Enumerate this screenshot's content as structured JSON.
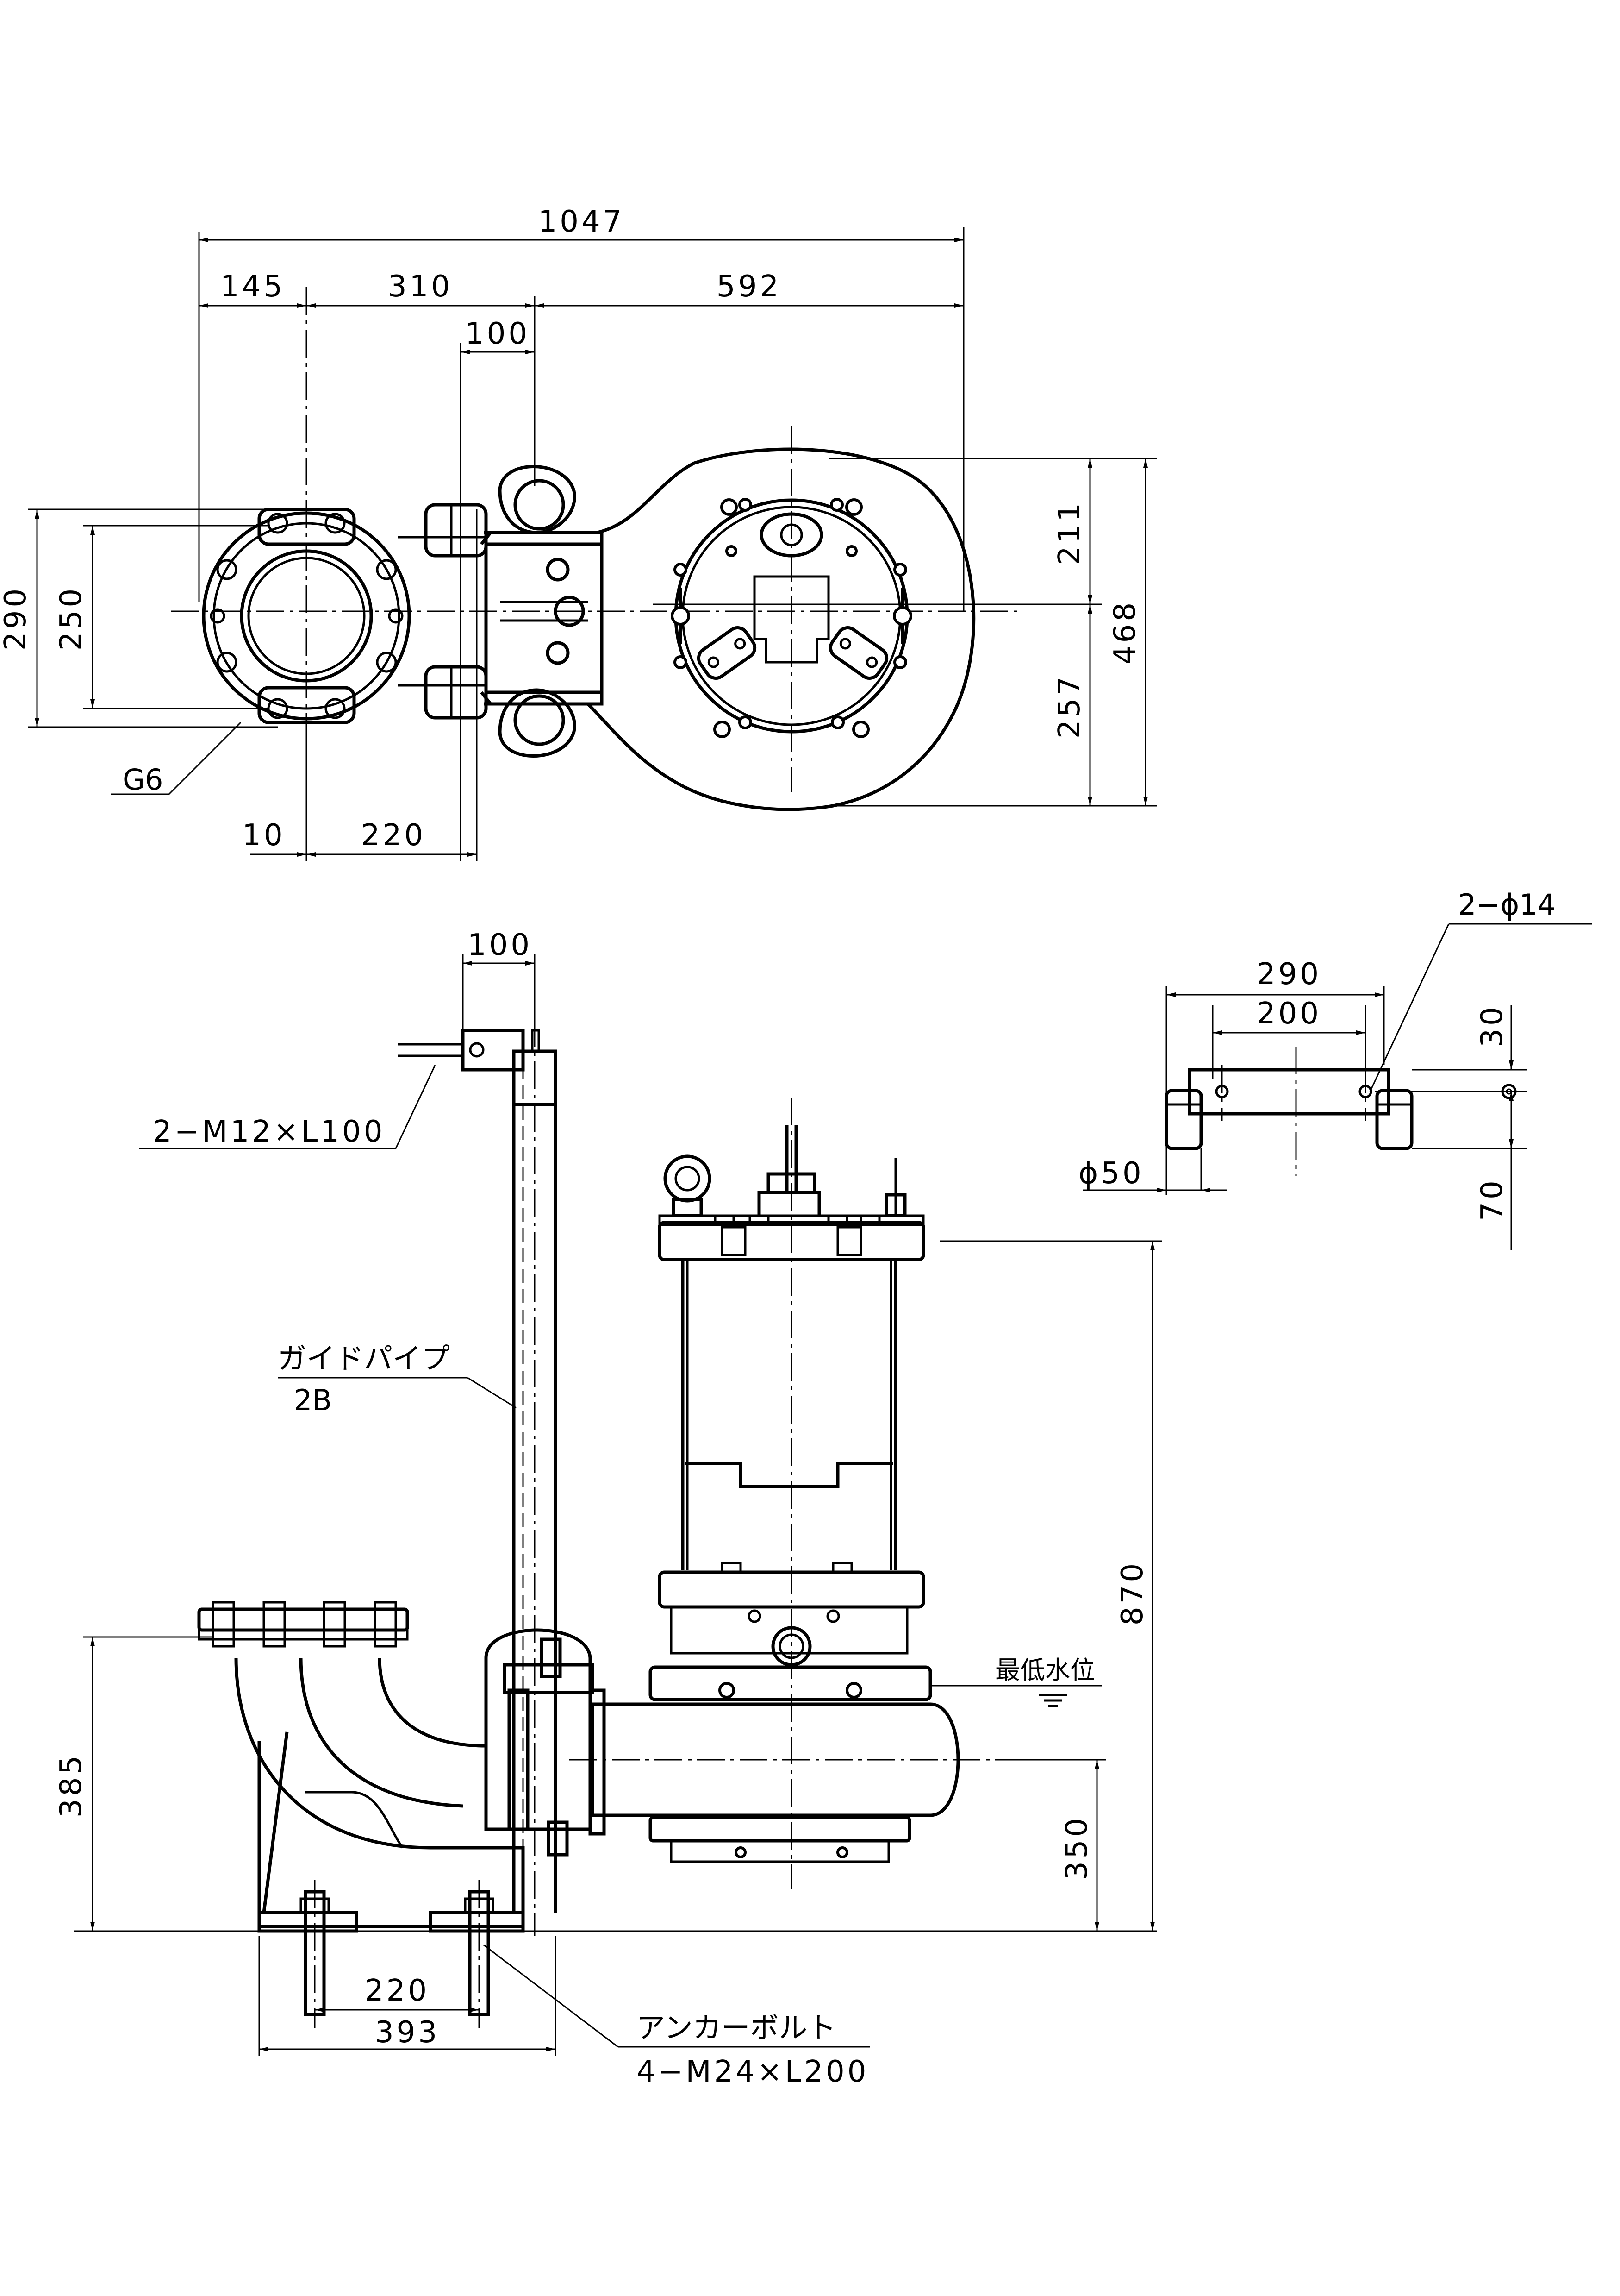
{
  "dimensions": {
    "top_overall": "1047",
    "top_a": "145",
    "top_b": "310",
    "top_c": "592",
    "top_guide": "100",
    "top_h290": "290",
    "top_h250": "250",
    "top_r211": "211",
    "top_r257": "257",
    "top_r468": "468",
    "top_bottom_10": "10",
    "top_bottom_220": "220",
    "side_guide": "100",
    "side_left_385": "385",
    "side_right_350": "350",
    "side_right_870": "870",
    "side_bottom_220": "220",
    "side_bottom_393": "393",
    "base_290": "290",
    "base_200": "200",
    "base_30": "30",
    "base_70": "70",
    "base_phi50": "ϕ50"
  },
  "labels": {
    "flange": "G6",
    "bolt_top": "2−M12×L100",
    "guide_pipe": "ガイドパイプ",
    "guide_pipe_size": "2B",
    "min_water_level": "最低水位",
    "anchor_bolt": "アンカーボルト",
    "anchor_bolt_size": "4−M24×L200",
    "base_holes": "2−ϕ14"
  },
  "colors": {
    "line": "#000000",
    "background": "#ffffff"
  }
}
